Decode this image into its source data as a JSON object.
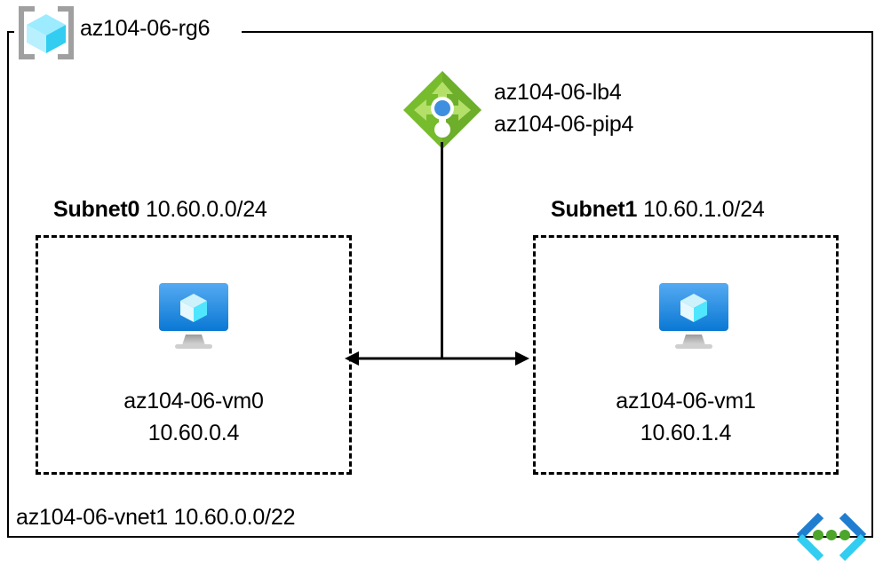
{
  "diagram": {
    "resource_group": {
      "icon": "resource-group-cube-icon",
      "name": "az104-06-rg6"
    },
    "load_balancer": {
      "icon": "load-balancer-icon",
      "labels": [
        "az104-06-lb4",
        "az104-06-pip4"
      ]
    },
    "subnets": [
      {
        "name": "Subnet0",
        "cidr": "10.60.0.0/24",
        "vm": {
          "icon": "virtual-machine-icon",
          "name": "az104-06-vm0",
          "ip": "10.60.0.4"
        }
      },
      {
        "name": "Subnet1",
        "cidr": "10.60.1.0/24",
        "vm": {
          "icon": "virtual-machine-icon",
          "name": "az104-06-vm1",
          "ip": "10.60.1.4"
        }
      }
    ],
    "vnet": {
      "icon": "virtual-network-icon",
      "label": "az104-06-vnet1 10.60.0.0/22"
    },
    "colors": {
      "line": "#000000",
      "load_balancer_green": "#7ab929",
      "load_balancer_green_dark": "#5e9624",
      "load_balancer_blue": "#3f8fe0",
      "vm_blue_top": "#50a8f0",
      "vm_blue_bottom": "#0a7ad6",
      "cube_cyan": "#50e6ff",
      "cube_cyan_light": "#9cebff",
      "bracket_gray": "#a0a0a0",
      "stand_gray": "#b5b5b5",
      "vnet_blue": "#1f7ed0",
      "vnet_cyan": "#32cdf0",
      "vnet_green": "#4ca62c"
    }
  }
}
